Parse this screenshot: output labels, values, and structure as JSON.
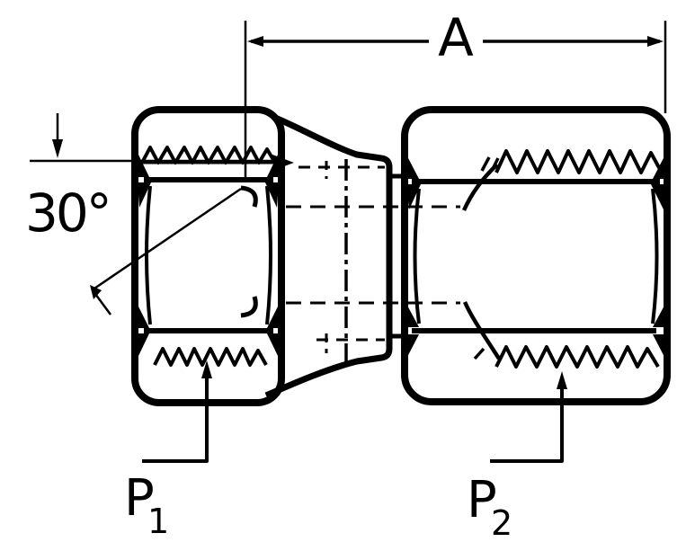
{
  "meta": {
    "description": "engineering line drawing of a female swivel pipe fitting, side section view",
    "background_color": "#ffffff",
    "ink_color": "#000000"
  },
  "annotations": {
    "dimension_label": "A",
    "angle_label": "30°",
    "port1": {
      "base": "P",
      "subscript": "1"
    },
    "port2": {
      "base": "P",
      "subscript": "2"
    }
  }
}
